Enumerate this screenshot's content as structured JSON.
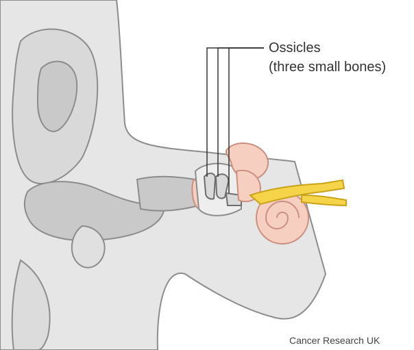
{
  "labels": {
    "ossicles_title": "Ossicles",
    "ossicles_subtitle": "(three small bones)"
  },
  "credit": "Cancer Research UK",
  "colors": {
    "outer_tissue": "#e6e6e6",
    "tissue_outline": "#8c8c8c",
    "canal": "#c9c9c9",
    "inner_ear": "#f6cfc1",
    "inner_ear_outline": "#c98f80",
    "nerve": "#f5d44a",
    "nerve_outline": "#c9a21a",
    "leader_line": "#333333"
  },
  "icons": [
    "ear-anatomy-diagram"
  ]
}
